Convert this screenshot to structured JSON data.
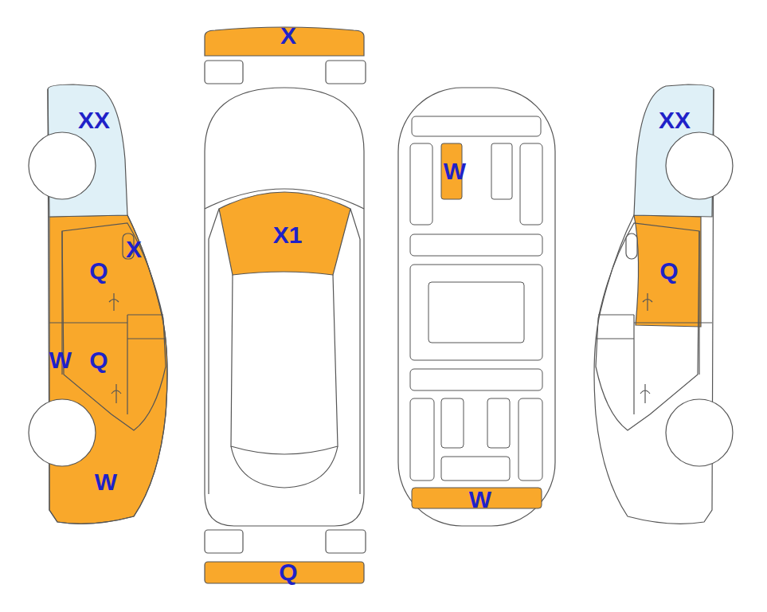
{
  "diagram": {
    "labels": [
      "X",
      "XX",
      "XX",
      "W",
      "X1",
      "X",
      "Q",
      "Q",
      "Q",
      "W",
      "W",
      "W",
      "Q"
    ]
  }
}
